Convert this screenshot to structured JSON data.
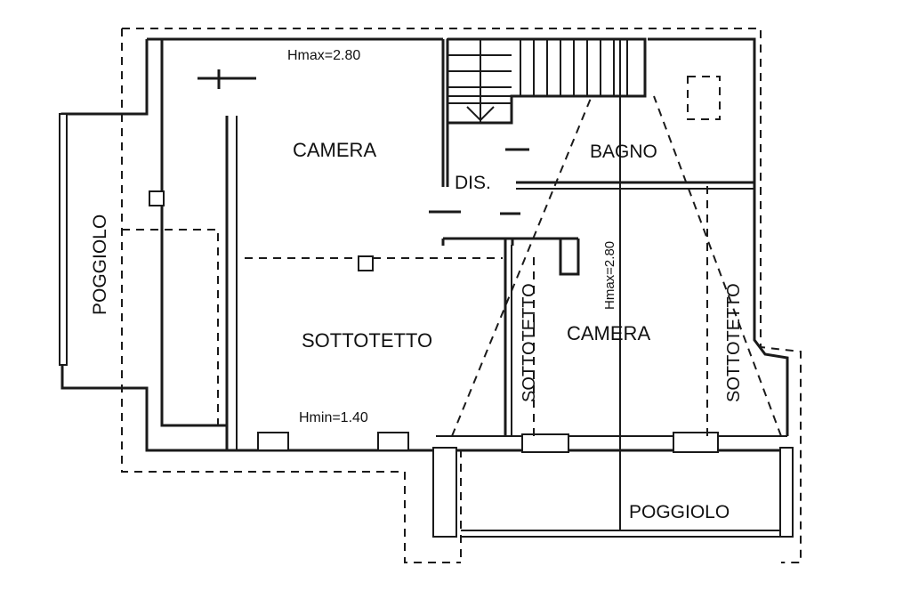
{
  "rooms": {
    "camera_top": "CAMERA",
    "bagno": "BAGNO",
    "dis": "DIS.",
    "sottotetto_main": "SOTTOTETTO",
    "sottotetto_left": "SOTTOTETTO",
    "camera_right": "CAMERA",
    "sottotetto_right": "SOTTOTETTO",
    "poggiolo_left": "POGGIOLO",
    "poggiolo_bottom": "POGGIOLO"
  },
  "heights": {
    "hmax_top": "Hmax=2.80",
    "hmax_vertical": "Hmax=2.80",
    "hmin": "Hmin=1.40"
  }
}
